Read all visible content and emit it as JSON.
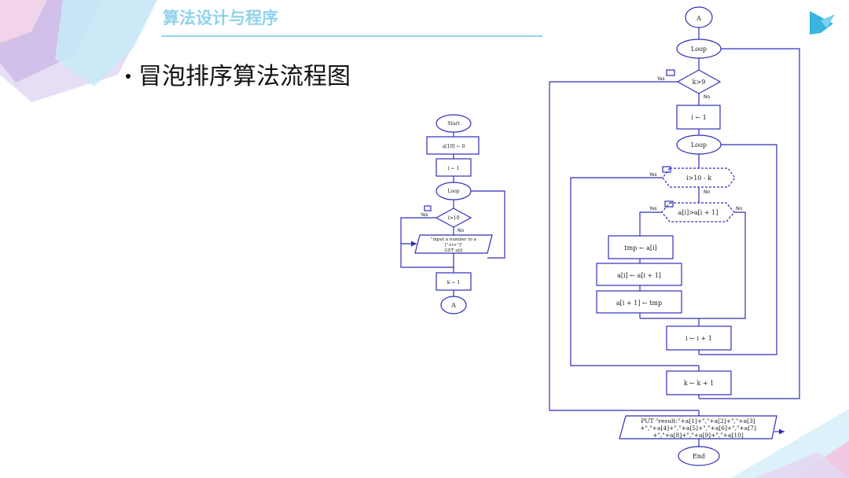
{
  "header": {
    "title": "算法设计与程序",
    "accent_color": "#5ec6e6",
    "title_color": "#8fd3ec"
  },
  "bullet": {
    "text": "冒泡排序算法流程图"
  },
  "left_chart": {
    "start": "Start",
    "init_array": "a[10] ← 0",
    "init_i": "i ← 1",
    "loop": "Loop",
    "cond": "i>10",
    "yes": "Yes",
    "no": "No",
    "io_line1": "\"input a number to a",
    "io_line2": "[\"+i+\"]\"",
    "io_line3": "GET a[i]",
    "init_k": "k ← 1",
    "connector": "A"
  },
  "right_chart": {
    "connector": "A",
    "outer_loop": "Loop",
    "cond_k": "k>9",
    "yes": "Yes",
    "no": "No",
    "init_i": "i ← 1",
    "inner_loop": "Loop",
    "cond_i": "i>10 - k",
    "cond_swap": "a[i]>a[i + 1]",
    "tmp_assign": "tmp ← a[i]",
    "ai_assign": "a[i] ← a[i + 1]",
    "ai1_assign": "a[i + 1] ← tmp",
    "inc_i": "i ← i + 1",
    "inc_k": "k ← k + 1",
    "put_line1": "PUT \"result:\"+a[1]+\",\"+a[2]+\",\"+a[3]",
    "put_line2": "+\",\"+a[4]+\",\"+a[5]+\",\"+a[6]+\",\"+a[7]",
    "put_line3": "+\",\"+a[8]+\",\"+a[9]+\",\"+a[10]",
    "end": "End"
  },
  "colors": {
    "flow_stroke": "#2f2fb8",
    "decor_purple": "#c9b8e6",
    "decor_blue": "#bfe6f5",
    "decor_pink": "#f3c9e3"
  },
  "icons": [
    "bird-logo-icon",
    "collapse-box-icon"
  ]
}
